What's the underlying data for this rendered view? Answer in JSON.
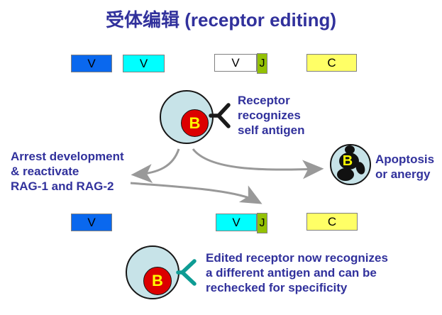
{
  "title": "受体编辑 (receptor editing)",
  "gene_rows": {
    "top": {
      "v_blue": "V",
      "v_cyan": "V",
      "v_white": "V",
      "j": "J",
      "c": "C"
    },
    "bottom": {
      "v_blue": "V",
      "v_cyan": "V",
      "j": "J",
      "c": "C"
    }
  },
  "cells": {
    "central": {
      "label": "B"
    },
    "apoptotic": {
      "label": "B"
    },
    "edited": {
      "label": "B"
    }
  },
  "annotations": {
    "receptor": {
      "line1": "Receptor",
      "line2": "recognizes",
      "line3": "self antigen"
    },
    "arrest": {
      "line1": "Arrest development",
      "line2": "& reactivate",
      "line3": "RAG-1 and RAG-2"
    },
    "apoptosis": {
      "line1": "Apoptosis",
      "line2": "or anergy"
    },
    "edited": {
      "line1": "Edited receptor now recognizes",
      "line2": "a different antigen and can be",
      "line3": "rechecked for specificity"
    }
  },
  "icons": {
    "self_receptor": "black-y-receptor-icon",
    "edited_receptor": "teal-y-receptor-icon"
  },
  "colors": {
    "ink": "#31319C",
    "blue": "#0A68EE",
    "cyan": "#00FFFF",
    "white": "#FFFFFF",
    "jgreen": "#93C104",
    "yellow": "#FFFF66",
    "cellfill": "#C7E3E8",
    "nucleus": "#DC0000",
    "bletter": "#FFFF00",
    "arrow": "#999999",
    "receptorblack": "#1A1A1A",
    "receptorteal": "#0E9C94"
  }
}
